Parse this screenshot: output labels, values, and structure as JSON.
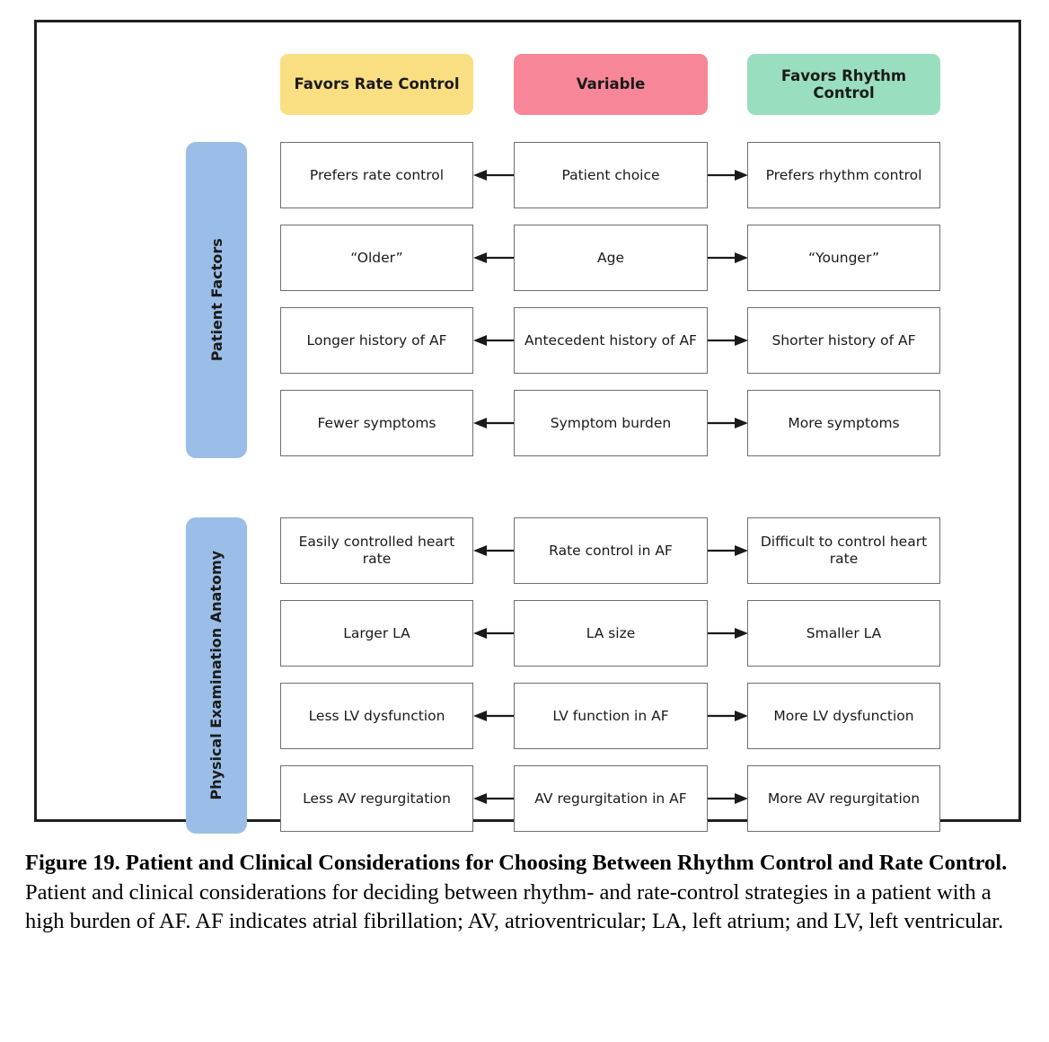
{
  "figure": {
    "headers": [
      {
        "id": "rate",
        "label": "Favors Rate Control",
        "color": "#FADE82"
      },
      {
        "id": "var",
        "label": "Variable",
        "color": "#F78798"
      },
      {
        "id": "rhythm",
        "label": "Favors Rhythm Control",
        "color": "#99DEBE"
      }
    ],
    "groups": [
      {
        "id": "patient",
        "label": "Patient Factors",
        "color": "#9BBEE8"
      },
      {
        "id": "physical",
        "label": "Physical Examination Anatomy",
        "color": "#9BBEE8"
      }
    ],
    "rows": [
      {
        "left": "Prefers rate control",
        "center": "Patient choice",
        "right": "Prefers rhythm control"
      },
      {
        "left": "“Older”",
        "center": "Age",
        "right": "“Younger”"
      },
      {
        "left": "Longer history of AF",
        "center": "Antecedent history of AF",
        "right": "Shorter history of AF"
      },
      {
        "left": "Fewer symptoms",
        "center": "Symptom burden",
        "right": "More symptoms"
      },
      {
        "left": "Easily controlled heart rate",
        "center": "Rate control in AF",
        "right": "Difficult to control heart rate"
      },
      {
        "left": "Larger LA",
        "center": "LA size",
        "right": "Smaller LA"
      },
      {
        "left": "Less LV dysfunction",
        "center": "LV function in AF",
        "right": "More LV dysfunction"
      },
      {
        "left": "Less AV regurgitation",
        "center": "AV regurgitation in AF",
        "right": "More AV regurgitation"
      }
    ]
  },
  "caption": {
    "title": "Figure 19. Patient and Clinical Considerations for Choosing Between Rhythm Control and Rate Control.",
    "body": "Patient and clinical considerations for deciding between rhythm- and rate-control strategies in a patient with a high burden of AF. AF indicates atrial fibrillation; AV, atrioventricular; LA, left atrium; and LV, left ventricular."
  }
}
